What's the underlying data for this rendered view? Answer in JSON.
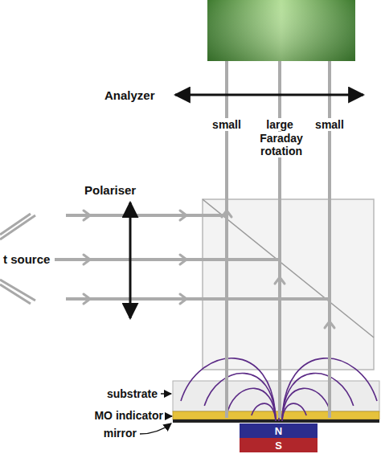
{
  "diagram": {
    "nodes": [
      {
        "text": [
          "N"
        ]
      },
      {
        "text": [
          "S"
        ]
      }
    ],
    "labels": [
      "Analyzer",
      "small",
      "large",
      "Faraday rotation",
      "small",
      "Polariser",
      "t source",
      "substrate",
      "MO indicator",
      "mirror"
    ]
  }
}
